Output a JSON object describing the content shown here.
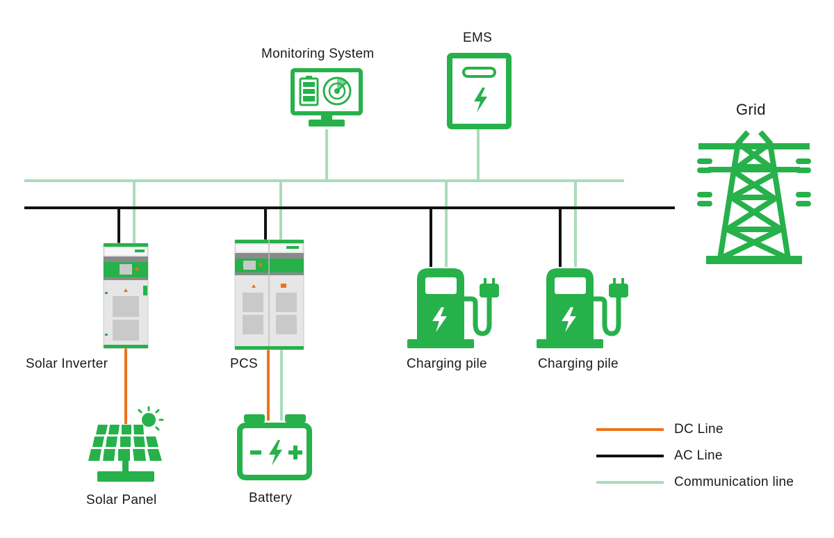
{
  "nodes": {
    "monitoring": {
      "label": "Monitoring System",
      "icon": "monitor-radar-icon"
    },
    "ems": {
      "label": "EMS",
      "icon": "ems-cabinet-icon"
    },
    "grid": {
      "label": "Grid",
      "icon": "transmission-tower-icon"
    },
    "solar_inverter": {
      "label": "Solar Inverter",
      "icon": "inverter-cabinet-icon"
    },
    "pcs": {
      "label": "PCS",
      "icon": "pcs-cabinet-icon"
    },
    "charging_pile_1": {
      "label": "Charging pile",
      "icon": "ev-charger-icon"
    },
    "charging_pile_2": {
      "label": "Charging pile",
      "icon": "ev-charger-icon"
    },
    "solar_panel": {
      "label": "Solar Panel",
      "icon": "solar-panel-icon"
    },
    "battery": {
      "label": "Battery",
      "icon": "battery-icon"
    }
  },
  "legend": [
    {
      "label": "DC Line",
      "color": "#ee7219"
    },
    {
      "label": "AC Line",
      "color": "#111111"
    },
    {
      "label": "Communication line",
      "color": "#a8dcba"
    }
  ],
  "colors": {
    "brand_green": "#27b14b",
    "dc_line": "#ee7219",
    "ac_line": "#111111",
    "comm_line": "#a8dcba"
  }
}
